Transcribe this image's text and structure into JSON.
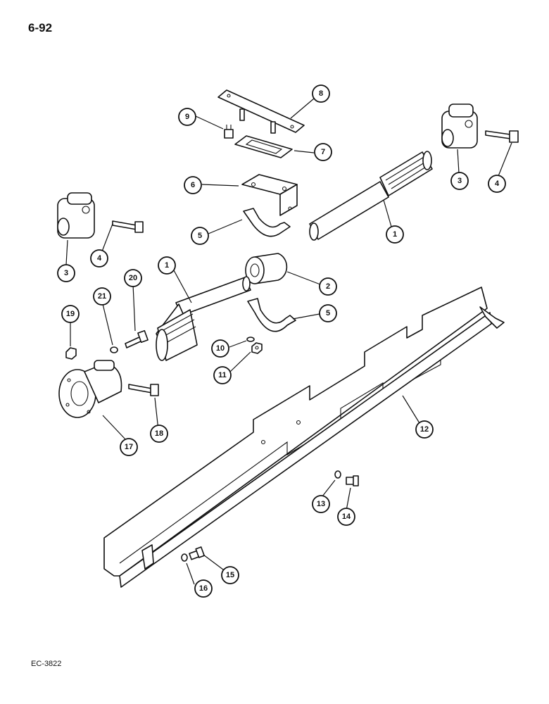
{
  "page": {
    "number": "6-92",
    "figure_code": "EC-3822"
  },
  "callouts": [
    {
      "id": "c8",
      "label": "8"
    },
    {
      "id": "c9",
      "label": "9"
    },
    {
      "id": "c7",
      "label": "7"
    },
    {
      "id": "c6",
      "label": "6"
    },
    {
      "id": "c5a",
      "label": "5"
    },
    {
      "id": "c1a",
      "label": "1"
    },
    {
      "id": "c3a",
      "label": "3"
    },
    {
      "id": "c4a",
      "label": "4"
    },
    {
      "id": "c3b",
      "label": "3"
    },
    {
      "id": "c4b",
      "label": "4"
    },
    {
      "id": "c1b",
      "label": "1"
    },
    {
      "id": "c2",
      "label": "2"
    },
    {
      "id": "c5b",
      "label": "5"
    },
    {
      "id": "c21",
      "label": "21"
    },
    {
      "id": "c20",
      "label": "20"
    },
    {
      "id": "c19",
      "label": "19"
    },
    {
      "id": "c10",
      "label": "10"
    },
    {
      "id": "c11",
      "label": "11"
    },
    {
      "id": "c17",
      "label": "17"
    },
    {
      "id": "c18",
      "label": "18"
    },
    {
      "id": "c12",
      "label": "12"
    },
    {
      "id": "c13",
      "label": "13"
    },
    {
      "id": "c14",
      "label": "14"
    },
    {
      "id": "c15",
      "label": "15"
    },
    {
      "id": "c16",
      "label": "16"
    }
  ]
}
